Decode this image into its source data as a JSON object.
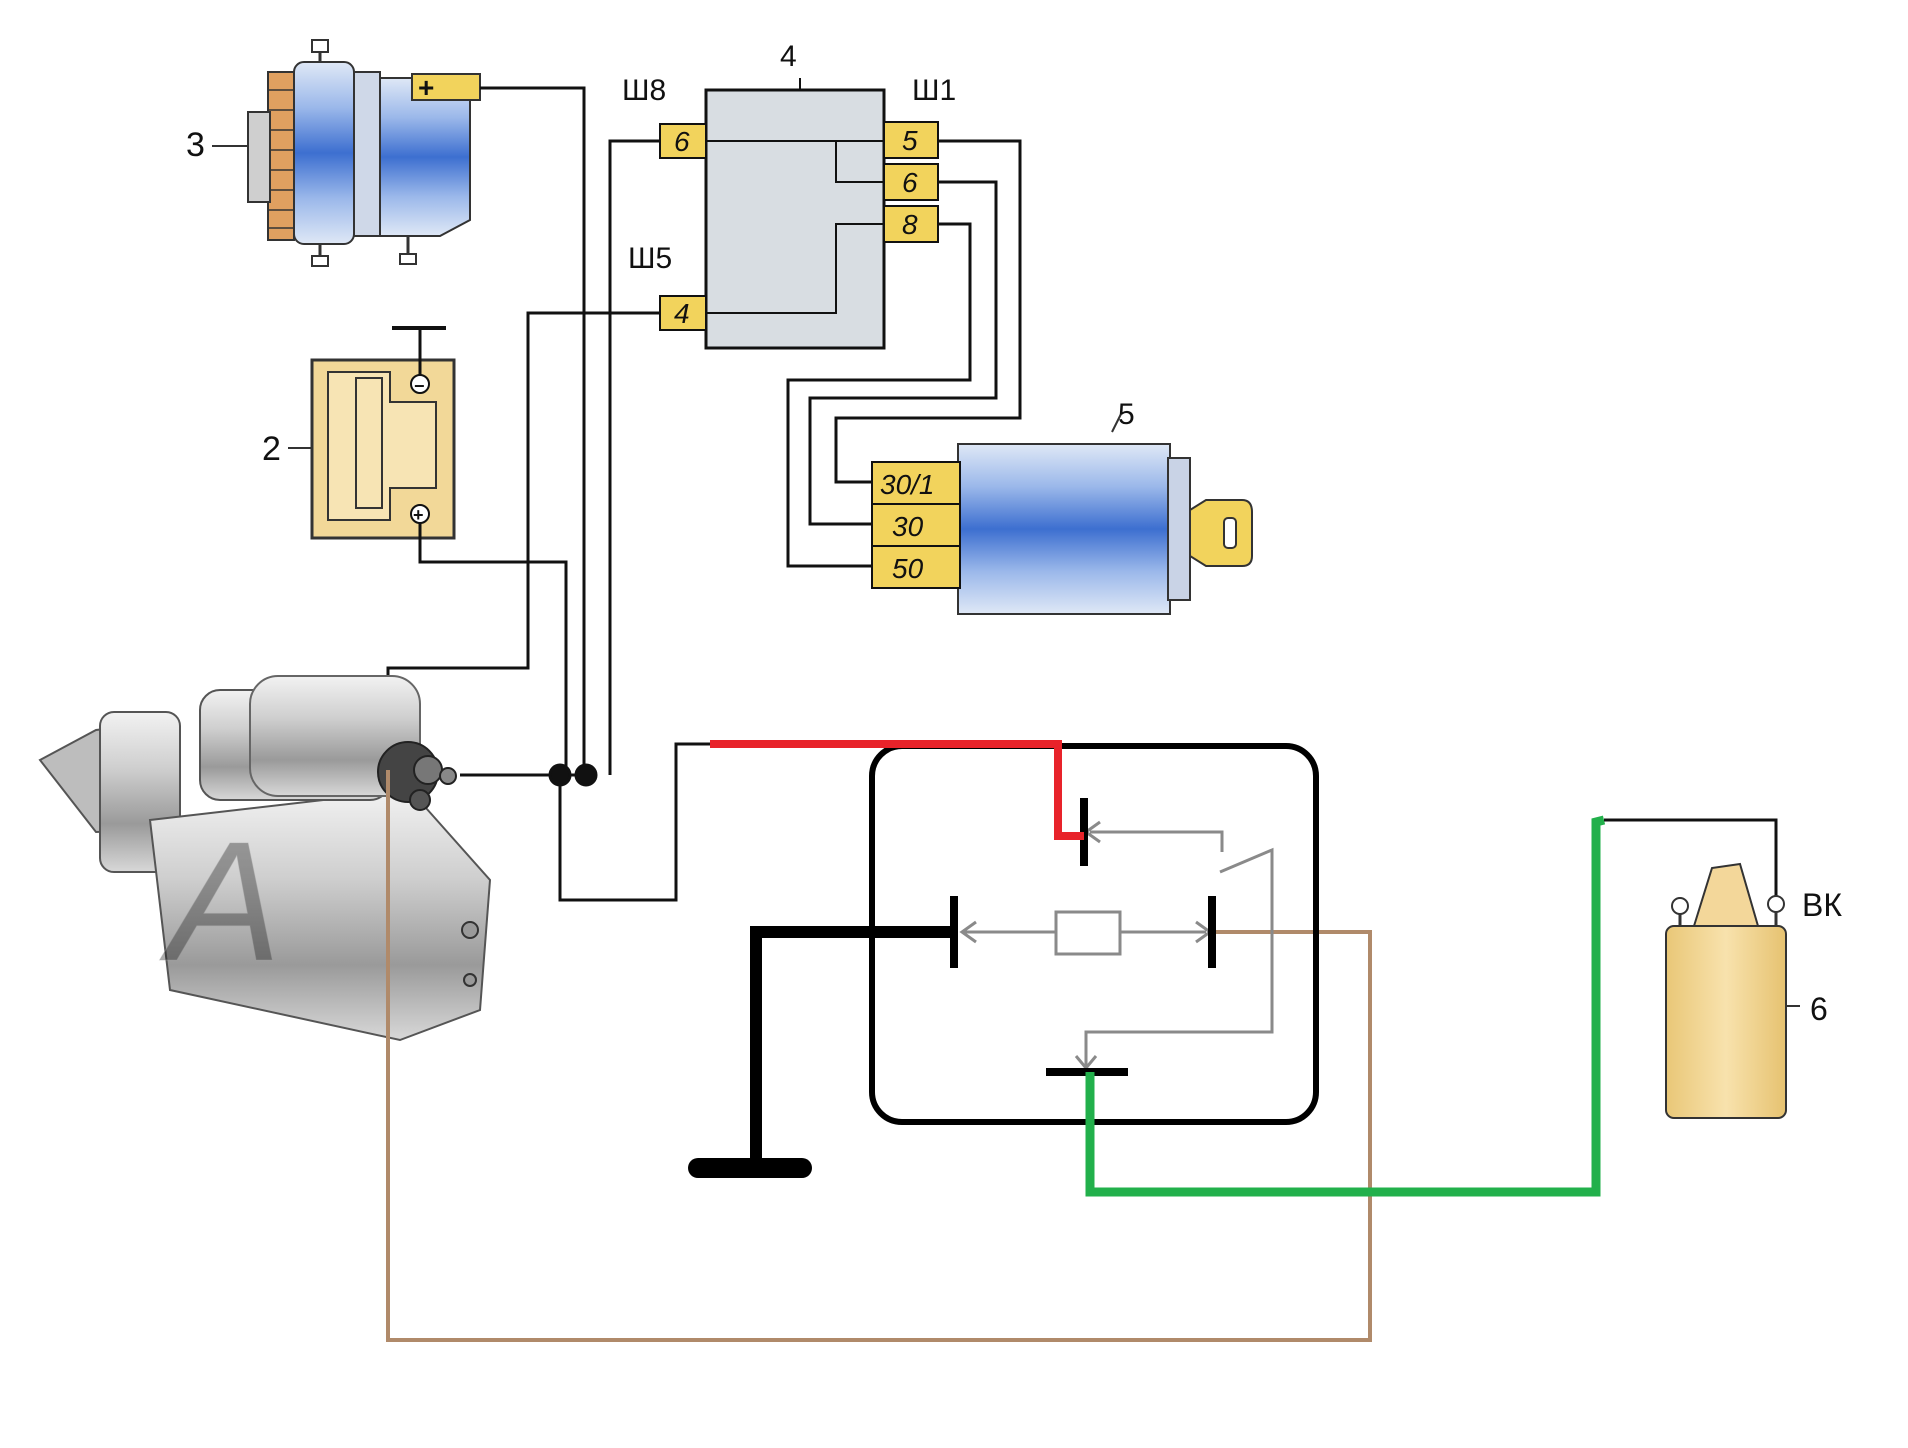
{
  "labels": {
    "generator_num": "3",
    "battery_num": "2",
    "relay_block_num": "4",
    "ignition_num": "5",
    "coil_num": "6",
    "coil_terminal": "ВК",
    "connector_sh8": "Ш8",
    "connector_sh1": "Ш1",
    "connector_sh5": "Ш5",
    "generator_plus": "+",
    "battery_minus": "−",
    "battery_plus": "+"
  },
  "pins": {
    "sh8_pin": "6",
    "sh5_pin": "4",
    "sh1_pin_a": "5",
    "sh1_pin_b": "6",
    "sh1_pin_c": "8"
  },
  "ignition_terminals": [
    "30/1",
    "30",
    "50"
  ],
  "watermark": "A",
  "colors": {
    "red_wire": "#e8232a",
    "green_wire": "#22b04b",
    "brown_wire": "#b08a6a",
    "black_wire": "#000000",
    "gray_relay": "#8a8a8a",
    "connector_fill": "#f2d35c",
    "block_fill": "#d8dde2",
    "beige_fill": "#f3d79a",
    "blue_metal": "#4a7fd6"
  }
}
